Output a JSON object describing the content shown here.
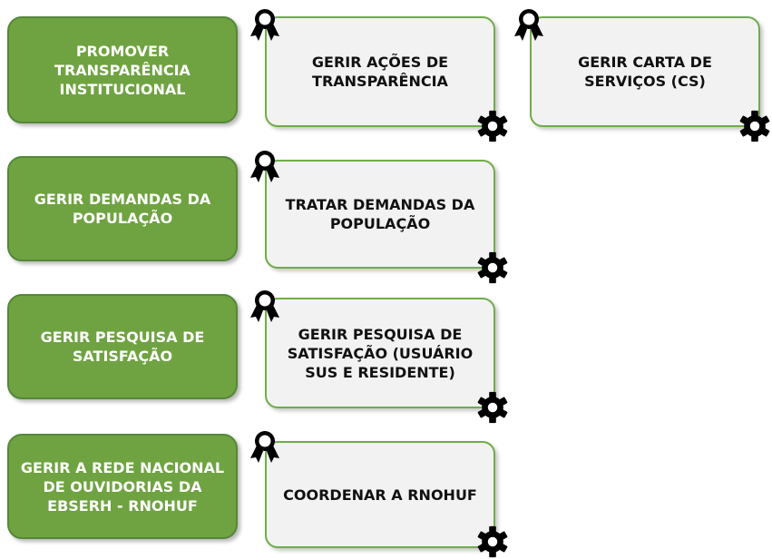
{
  "macroprocesses": [
    {
      "label": "PROMOVER TRANSPARÊNCIA INSTITUCIONAL"
    },
    {
      "label": "GERIR DEMANDAS DA POPULAÇÃO"
    },
    {
      "label": "GERIR PESQUISA DE SATISFAÇÃO"
    },
    {
      "label": "GERIR A REDE NACIONAL DE OUVIDORIAS DA EBSERH - RNOHUF"
    }
  ],
  "processes": [
    {
      "label": "GERIR AÇÕES DE TRANSPARÊNCIA"
    },
    {
      "label": "GERIR CARTA DE SERVIÇOS (CS)"
    },
    {
      "label": "TRATAR DEMANDAS DA POPULAÇÃO"
    },
    {
      "label": "GERIR PESQUISA DE SATISFAÇÃO (USUÁRIO SUS E RESIDENTE)"
    },
    {
      "label": "COORDENAR A RNOHUF"
    }
  ],
  "icons": {
    "award": "award-ribbon-icon",
    "gear": "gear-icon"
  },
  "colors": {
    "macro_fill": "#6fa341",
    "process_fill": "#f2f2f2",
    "process_border": "#70ad47"
  }
}
